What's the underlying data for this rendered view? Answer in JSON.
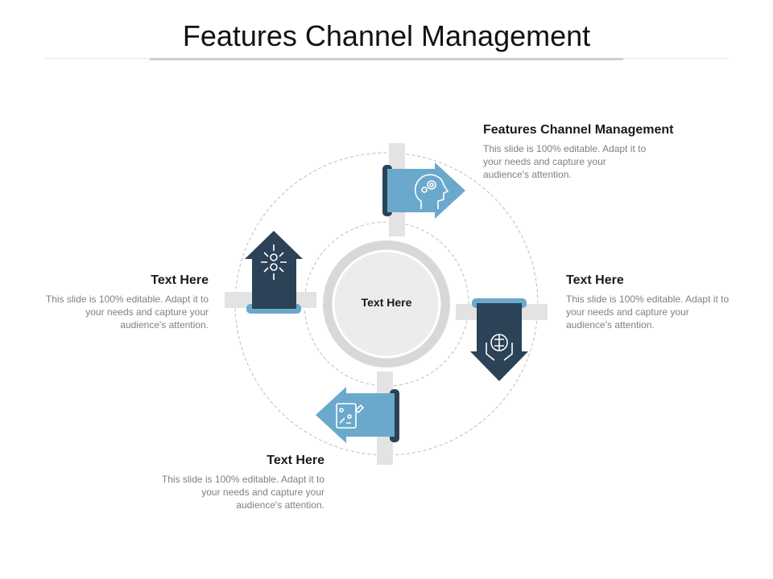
{
  "title": "Features Channel Management",
  "center": {
    "label": "Text Here"
  },
  "items": [
    {
      "position": "top-right",
      "heading": "Features Channel Management",
      "body": "This slide is 100% editable. Adapt it to your needs and capture your audience's attention.",
      "icon": "head-gears-icon",
      "color": "#6aa9cc"
    },
    {
      "position": "right",
      "heading": "Text Here",
      "body": "This slide is 100% editable. Adapt it to your needs and capture your audience's attention.",
      "icon": "hands-brain-icon",
      "color": "#2b4257"
    },
    {
      "position": "bottom-left",
      "heading": "Text Here",
      "body": "This slide is 100% editable. Adapt it to your needs and capture your audience's attention.",
      "icon": "strategy-board-icon",
      "color": "#6aa9cc"
    },
    {
      "position": "left",
      "heading": "Text Here",
      "body": "This slide is 100% editable. Adapt it to your needs and capture your audience's attention.",
      "icon": "network-people-icon",
      "color": "#2b4257"
    }
  ]
}
